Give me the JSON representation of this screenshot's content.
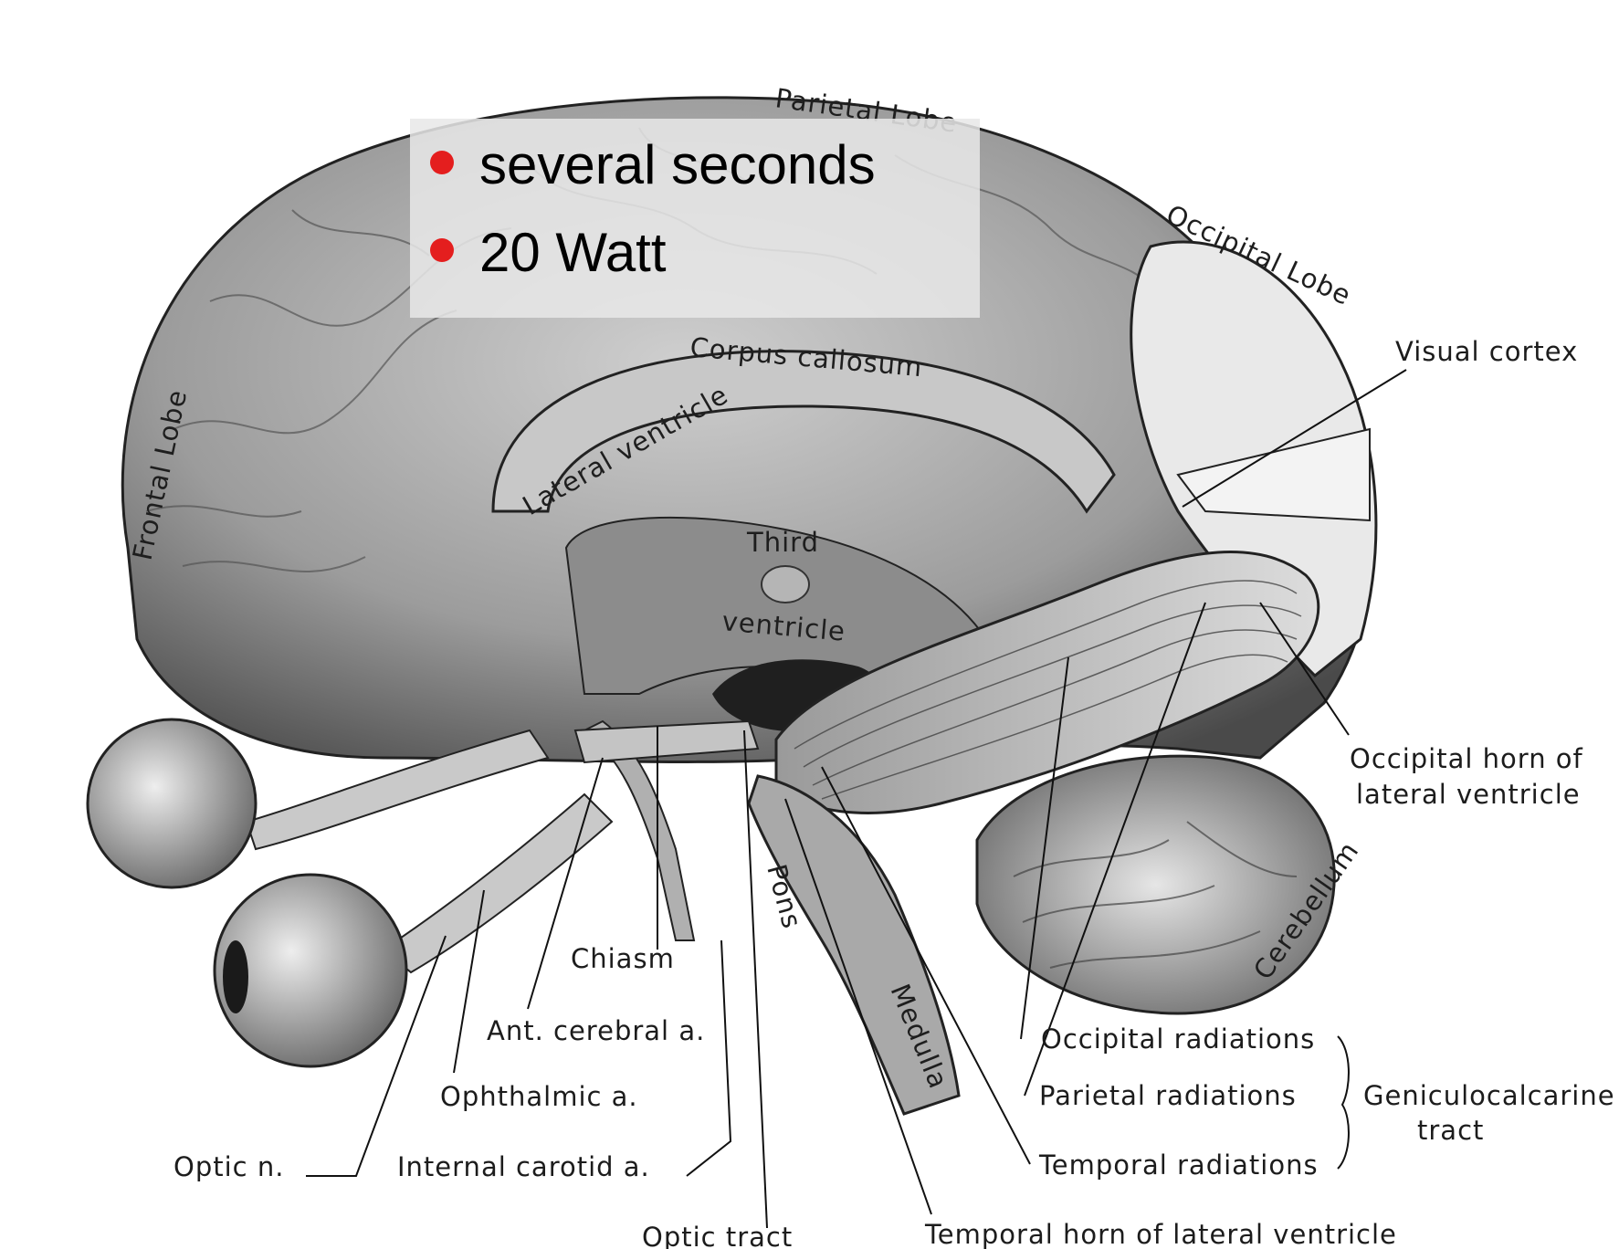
{
  "bullets": [
    {
      "text": "several seconds",
      "color": "#e41e1e"
    },
    {
      "text": "20 Watt",
      "color": "#e41e1e"
    }
  ],
  "labels": {
    "parietal_lobe": "Parietal Lobe",
    "occipital_lobe": "Occipital Lobe",
    "frontal_lobe": "Frontal Lobe",
    "corpus_callosum": "Corpus callosum",
    "lateral_ventricle": "Lateral ventricle",
    "third": "Third",
    "ventricle": "ventricle",
    "visual_cortex": "Visual cortex",
    "occipital_horn_1": "Occipital horn of",
    "occipital_horn_2": "lateral ventricle",
    "cerebellum": "Cerebellum",
    "pons": "Pons",
    "medulla": "Medulla",
    "chiasm": "Chiasm",
    "ant_cerebral": "Ant. cerebral a.",
    "ophthalmic": "Ophthalmic a.",
    "optic_n": "Optic n.",
    "internal_carotid": "Internal carotid a.",
    "optic_tract": "Optic tract",
    "occipital_radiations": "Occipital radiations",
    "parietal_radiations": "Parietal radiations",
    "temporal_radiations": "Temporal radiations",
    "geniculocalcarine_1": "Geniculocalcarine",
    "geniculocalcarine_2": "tract",
    "temporal_horn": "Temporal horn of lateral ventricle"
  }
}
